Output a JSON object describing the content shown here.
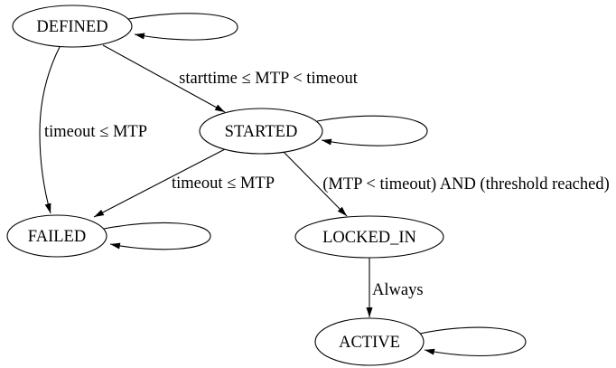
{
  "diagram": {
    "type": "state-machine-graph",
    "background_color": "#ffffff",
    "line_color": "#000000",
    "text_color": "#000000",
    "node_fill_color": "#ffffff",
    "nodes": {
      "defined": {
        "label": "DEFINED",
        "self_loop": true
      },
      "started": {
        "label": "STARTED",
        "self_loop": true
      },
      "failed": {
        "label": "FAILED",
        "self_loop": true
      },
      "locked_in": {
        "label": "LOCKED_IN",
        "self_loop": false
      },
      "active": {
        "label": "ACTIVE",
        "self_loop": true
      }
    },
    "edges": {
      "defined_started": {
        "from": "DEFINED",
        "to": "STARTED",
        "label": "starttime ≤ MTP < timeout"
      },
      "defined_failed": {
        "from": "DEFINED",
        "to": "FAILED",
        "label": "timeout ≤ MTP"
      },
      "started_failed": {
        "from": "STARTED",
        "to": "FAILED",
        "label": "timeout ≤ MTP"
      },
      "started_locked_in": {
        "from": "STARTED",
        "to": "LOCKED_IN",
        "label": "(MTP < timeout) AND (threshold reached)"
      },
      "locked_in_active": {
        "from": "LOCKED_IN",
        "to": "ACTIVE",
        "label": "Always"
      },
      "defined_self": {
        "from": "DEFINED",
        "to": "DEFINED",
        "label": ""
      },
      "started_self": {
        "from": "STARTED",
        "to": "STARTED",
        "label": ""
      },
      "failed_self": {
        "from": "FAILED",
        "to": "FAILED",
        "label": ""
      },
      "active_self": {
        "from": "ACTIVE",
        "to": "ACTIVE",
        "label": ""
      }
    }
  }
}
